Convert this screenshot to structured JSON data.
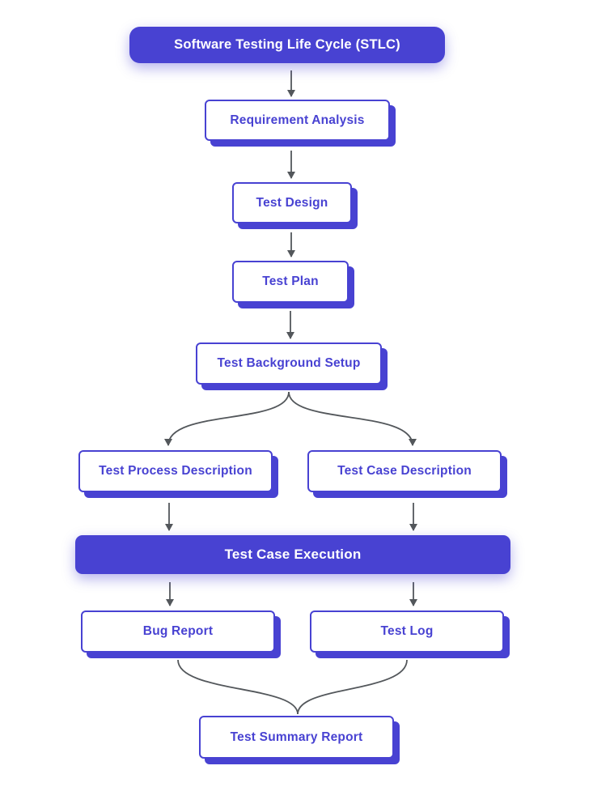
{
  "diagram": {
    "type": "flowchart",
    "title": "Software Testing Life Cycle (STLC)"
  },
  "colors": {
    "accent": "#4842d2",
    "arrow": "#53575b",
    "background": "#ffffff"
  },
  "nodes": {
    "stlc": {
      "label": "Software Testing Life Cycle (STLC)"
    },
    "requirement_analysis": {
      "label": "Requirement Analysis"
    },
    "test_design": {
      "label": "Test Design"
    },
    "test_plan": {
      "label": "Test Plan"
    },
    "test_background_setup": {
      "label": "Test Background Setup"
    },
    "test_process_description": {
      "label": "Test Process Description"
    },
    "test_case_description": {
      "label": "Test Case Description"
    },
    "test_case_execution": {
      "label": "Test Case Execution"
    },
    "bug_report": {
      "label": "Bug Report"
    },
    "test_log": {
      "label": "Test Log"
    },
    "test_summary_report": {
      "label": "Test Summary Report"
    }
  },
  "edges": [
    {
      "from": "stlc",
      "to": "requirement_analysis"
    },
    {
      "from": "requirement_analysis",
      "to": "test_design"
    },
    {
      "from": "test_design",
      "to": "test_plan"
    },
    {
      "from": "test_plan",
      "to": "test_background_setup"
    },
    {
      "from": "test_background_setup",
      "to": "test_process_description"
    },
    {
      "from": "test_background_setup",
      "to": "test_case_description"
    },
    {
      "from": "test_process_description",
      "to": "test_case_execution"
    },
    {
      "from": "test_case_description",
      "to": "test_case_execution"
    },
    {
      "from": "test_case_execution",
      "to": "bug_report"
    },
    {
      "from": "test_case_execution",
      "to": "test_log"
    },
    {
      "from": "bug_report",
      "to": "test_summary_report"
    },
    {
      "from": "test_log",
      "to": "test_summary_report"
    }
  ]
}
